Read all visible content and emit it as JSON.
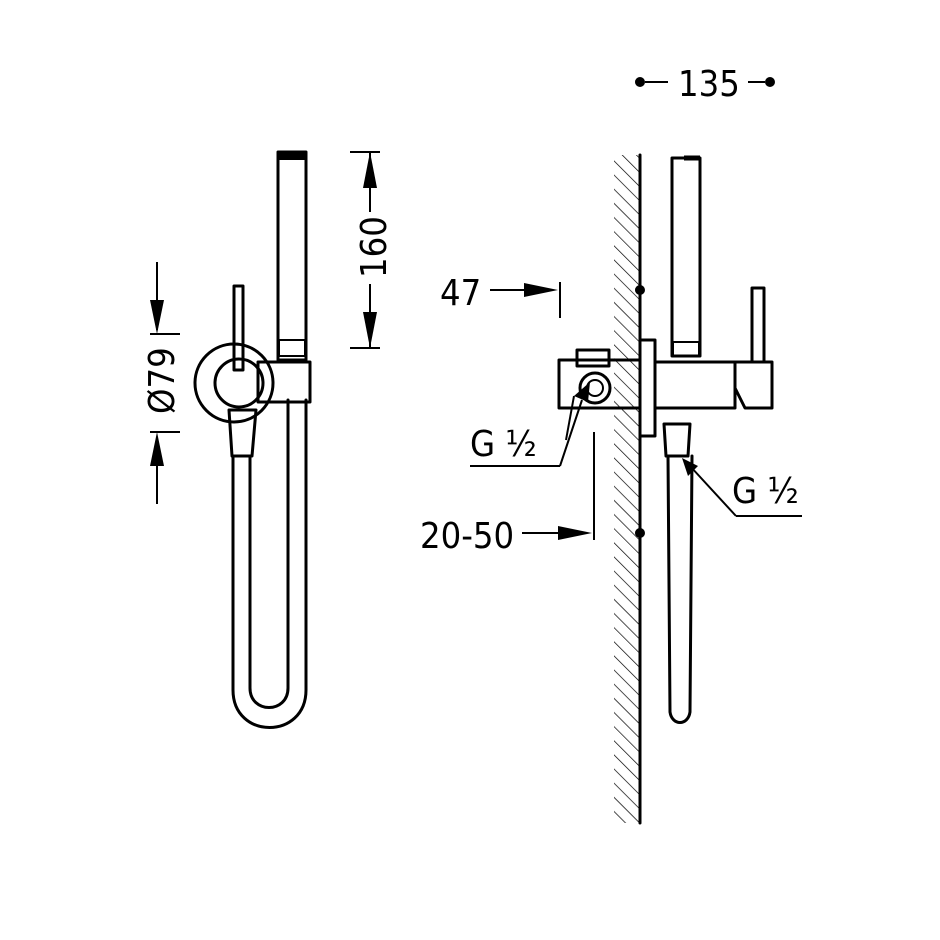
{
  "dimensions": {
    "width_135": "135",
    "height_160": "160",
    "diameter_79": "Ø79",
    "depth_47": "47",
    "range_20_50": "20-50",
    "thread_inlet": "G ½",
    "thread_outlet": "G ½"
  }
}
